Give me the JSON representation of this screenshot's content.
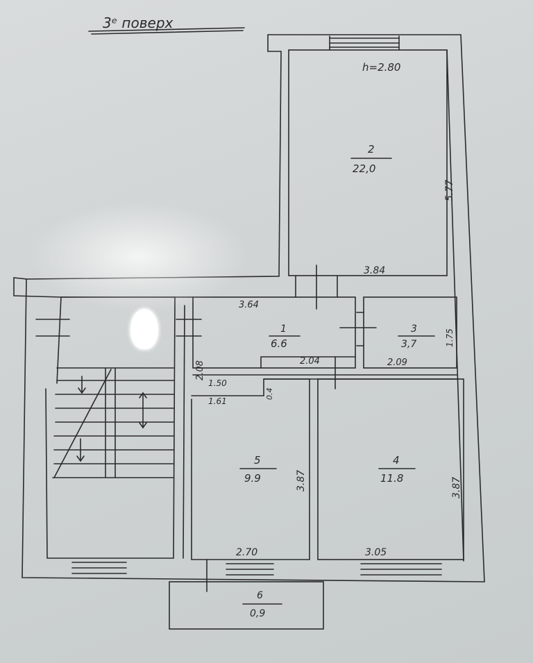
{
  "title": "3ᵉ поверх",
  "height_note": "h=2.80",
  "rooms": [
    {
      "id": "room-2",
      "number": "2",
      "area": "22,0"
    },
    {
      "id": "room-1",
      "number": "1",
      "area": "6.6"
    },
    {
      "id": "room-3",
      "number": "3",
      "area": "3,7"
    },
    {
      "id": "room-4",
      "number": "4",
      "area": "11.8"
    },
    {
      "id": "room-5",
      "number": "5",
      "area": "9.9"
    },
    {
      "id": "room-6",
      "number": "6",
      "area": "0,9"
    }
  ],
  "dimensions": {
    "room2_width": "3.84",
    "room2_length": "5.77",
    "room1_width": "3.64",
    "room1_bottom": "2.04",
    "room1_side": "2.08",
    "room1_step": "1.50",
    "room1_step_lower": "1.61",
    "room1_niche": "0.4",
    "room3_width": "2.09",
    "room3_height": "1.75",
    "room5_width": "2.70",
    "room5_length": "3.87",
    "room4_width": "3.05",
    "room4_length": "3.87"
  },
  "colors": {
    "ink": "#2a2b2c",
    "paper": "#d4d8d8"
  }
}
